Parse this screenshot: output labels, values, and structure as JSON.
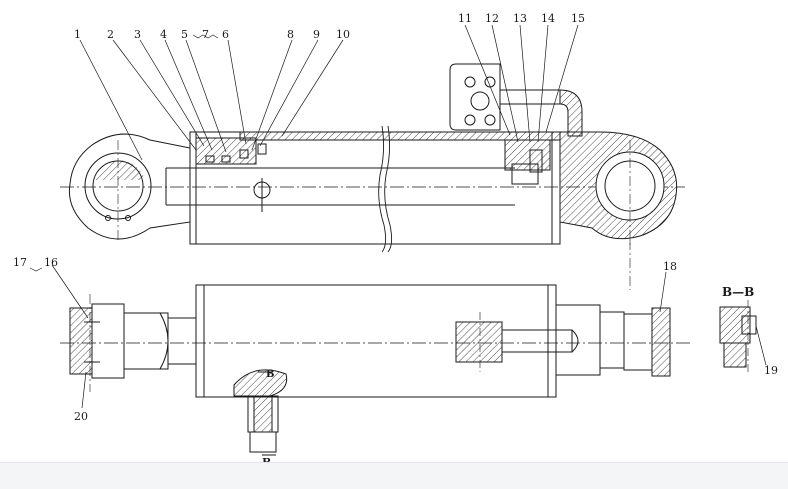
{
  "drawing": {
    "callouts": [
      {
        "id": "1",
        "label": "1"
      },
      {
        "id": "2",
        "label": "2"
      },
      {
        "id": "3",
        "label": "3"
      },
      {
        "id": "4",
        "label": "4"
      },
      {
        "id": "5",
        "label": "5"
      },
      {
        "id": "6",
        "label": "6"
      },
      {
        "id": "7",
        "label": "7"
      },
      {
        "id": "8",
        "label": "8"
      },
      {
        "id": "9",
        "label": "9"
      },
      {
        "id": "10",
        "label": "10"
      },
      {
        "id": "11",
        "label": "11"
      },
      {
        "id": "12",
        "label": "12"
      },
      {
        "id": "13",
        "label": "13"
      },
      {
        "id": "14",
        "label": "14"
      },
      {
        "id": "15",
        "label": "15"
      },
      {
        "id": "16",
        "label": "16"
      },
      {
        "id": "17",
        "label": "17"
      },
      {
        "id": "18",
        "label": "18"
      },
      {
        "id": "19",
        "label": "19"
      },
      {
        "id": "20",
        "label": "20"
      }
    ],
    "section_title": "B—B",
    "section_mark_top": "B",
    "section_mark_bottom": "B"
  },
  "colors": {
    "line": "#1a1a1a",
    "background": "#ffffff",
    "strip": "#f4f5f7"
  }
}
